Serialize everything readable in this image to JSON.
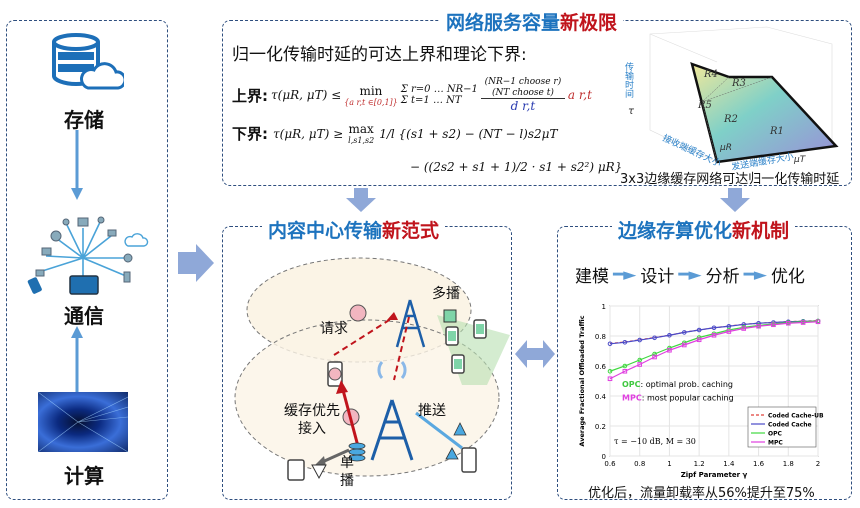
{
  "left": {
    "storage": "存储",
    "communication": "通信",
    "compute": "计算"
  },
  "top": {
    "title_blue": "网络服务容量",
    "title_red": "新极限",
    "heading": "归一化传输时延的可达上界和理论下界:",
    "upper_label": "上界:",
    "upper_lhs": "τ(μR, μT) ≤",
    "upper_min": "min",
    "upper_min_sub": "{a r,t ∈[0,1]}",
    "upper_sum1": "Σ r=0 … NR−1",
    "upper_sum2": "Σ t=1 … NT",
    "upper_num": "(NR−1 choose r)(NT choose t)",
    "upper_den": "d r,t",
    "upper_a": "a r,t",
    "lower_label": "下界:",
    "lower_lhs": "τ(μR, μT) ≥",
    "lower_max": "max",
    "lower_max_sub": "l,s1,s2",
    "lower_line1": "1/l {(s1 + s2) − (NT − l)s2μT",
    "lower_line2": "− ((2s2 + s1 + 1)/2 · s1 + s2²) μR}",
    "plot3d": {
      "z_label": "传输时间",
      "z_symbol": "τ",
      "x_label": "接收端缓存大小",
      "x_symbol": "μR",
      "y_label": "发送端缓存大小",
      "y_symbol": "μT",
      "regions": [
        "R1",
        "R2",
        "R3",
        "R4",
        "R5"
      ],
      "caption": "3x3边缘缓存网络可达归一化传输时延"
    }
  },
  "middle": {
    "title_blue": "内容中心传输",
    "title_red": "新范式",
    "multicast": "多播",
    "request": "请求",
    "cache_first_line1": "缓存优先",
    "cache_first_line2": "接入",
    "push": "推送",
    "unicast_line1": "单",
    "unicast_line2": "播"
  },
  "right": {
    "title_blue": "边缘存算优化",
    "title_red": "新机制",
    "steps": [
      "建模",
      "设计",
      "分析",
      "优化"
    ],
    "opc_abbr": "OPC",
    "opc_desc": ": optimal prob. caching",
    "mpc_abbr": "MPC",
    "mpc_desc": ": most popular caching",
    "param_text": "τ = −10 dB, M = 30",
    "caption": "优化后，流量卸载率从56%提升至75%"
  },
  "chart_data": {
    "type": "line",
    "xlabel": "Zipf Parameter γ",
    "ylabel": "Average Fractional Offloaded Traffic",
    "xlim": [
      0.6,
      2
    ],
    "ylim": [
      0,
      1
    ],
    "xticks": [
      "0.6",
      "0.8",
      "1",
      "1.2",
      "1.4",
      "1.6",
      "1.8",
      "2"
    ],
    "yticks": [
      "0",
      "0.2",
      "0.4",
      "0.6",
      "0.8",
      "1"
    ],
    "grid": true,
    "legend_position": "bottom-right",
    "x": [
      0.6,
      0.7,
      0.8,
      0.9,
      1.0,
      1.1,
      1.2,
      1.3,
      1.4,
      1.5,
      1.6,
      1.7,
      1.8,
      1.9,
      2.0
    ],
    "series": [
      {
        "name": "Coded Cache-UB",
        "color": "#e0403a",
        "values": [
          0.75,
          0.76,
          0.775,
          0.79,
          0.805,
          0.825,
          0.84,
          0.855,
          0.866,
          0.878,
          0.885,
          0.891,
          0.896,
          0.899,
          0.902
        ]
      },
      {
        "name": "Coded Cache",
        "color": "#4a4ac8",
        "values": [
          0.748,
          0.758,
          0.773,
          0.788,
          0.805,
          0.824,
          0.84,
          0.855,
          0.865,
          0.877,
          0.885,
          0.89,
          0.895,
          0.898,
          0.9
        ]
      },
      {
        "name": "OPC",
        "color": "#3fd83f",
        "values": [
          0.565,
          0.6,
          0.64,
          0.68,
          0.72,
          0.755,
          0.79,
          0.815,
          0.84,
          0.858,
          0.87,
          0.88,
          0.89,
          0.895,
          0.9
        ]
      },
      {
        "name": "MPC",
        "color": "#e040e0",
        "values": [
          0.515,
          0.565,
          0.61,
          0.66,
          0.705,
          0.74,
          0.775,
          0.805,
          0.83,
          0.85,
          0.865,
          0.875,
          0.885,
          0.89,
          0.895
        ]
      }
    ]
  },
  "colors": {
    "blue_title": "#1d73be",
    "red_title": "#c0141c",
    "arrow": "#8fa8d8",
    "border": "#2e4e7e"
  }
}
